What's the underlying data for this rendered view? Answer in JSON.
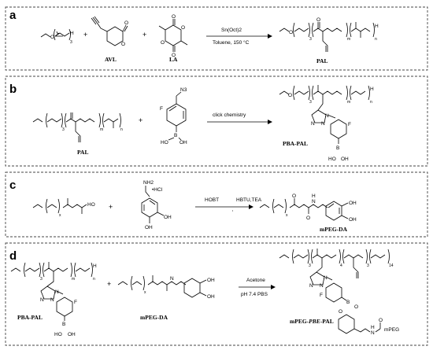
{
  "panels": {
    "a": {
      "letter": "a",
      "compound_names": [
        "AVL",
        "LA",
        "PAL"
      ],
      "conditions": [
        "Sn(Oct)2",
        "Toluene, 150 °C"
      ],
      "atom_labels": [
        "O",
        "H",
        "O",
        "O",
        "O",
        "O",
        "O",
        "O",
        "O",
        "O",
        "H"
      ],
      "repeat_subscripts": [
        "3",
        "3",
        "m",
        "n"
      ]
    },
    "b": {
      "letter": "b",
      "compound_names": [
        "PAL",
        "PBA-PAL"
      ],
      "conditions": [
        "click chemistry"
      ],
      "atom_labels": [
        "N3",
        "F",
        "B",
        "HO",
        "OH",
        "N",
        "N",
        "N",
        "F",
        "B",
        "HO",
        "OH",
        "O",
        "H"
      ],
      "repeat_subscripts": [
        "3",
        "m",
        "n",
        "3",
        "m",
        "n"
      ]
    },
    "c": {
      "letter": "c",
      "compound_names": [
        "mPEG-DA"
      ],
      "conditions": [
        "HOBT",
        "HBTU,TEA"
      ],
      "atom_labels": [
        "NH2",
        "•HCl",
        "OH",
        "HO",
        "OH",
        "OH",
        "OH",
        "N",
        "H",
        "O",
        "O"
      ],
      "repeat_subscripts": [
        "x",
        "x"
      ]
    },
    "d": {
      "letter": "d",
      "compound_names": [
        "PBA-PAL",
        "mPEG-DA",
        "mPEG-",
        "PBE",
        "-PAL"
      ],
      "conditions": [
        "Acetone",
        "pH 7.4 PBS"
      ],
      "atom_labels": [
        "N",
        "N",
        "N",
        "F",
        "B",
        "HO",
        "OH",
        "H",
        "N",
        "OH",
        "OH",
        "B",
        "O",
        "O",
        "N",
        "H",
        "mPEG",
        "O",
        "N",
        "N",
        "N",
        "F"
      ],
      "repeat_subscripts": [
        "3",
        "m",
        "n",
        "x",
        "3",
        "4",
        "3",
        "14"
      ]
    }
  },
  "plus_signs": [
    "+",
    "+",
    "+",
    "+",
    "+"
  ]
}
